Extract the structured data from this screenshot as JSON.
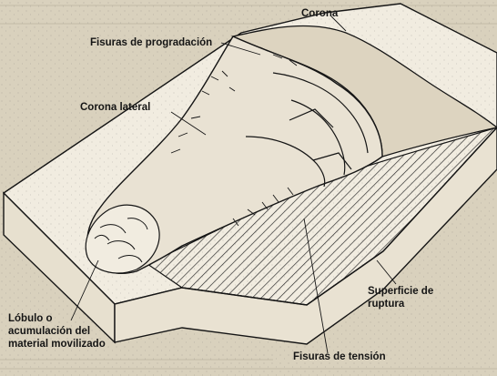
{
  "figure": {
    "labels": {
      "corona": "Corona",
      "fisuras_progradacion": "Fisuras de progradación",
      "corona_lateral": "Corona lateral",
      "superficie_ruptura": [
        "Superficie de",
        "ruptura"
      ],
      "lobulo": [
        "Lóbulo o",
        "acumulación del",
        "material movilizado"
      ],
      "fisuras_tension": "Fisuras de tensión"
    }
  },
  "colors": {
    "page_background": "#d9d1bd",
    "block_top": "#f1ece0",
    "block_side": "#e7e0cf",
    "ink": "#151515"
  }
}
